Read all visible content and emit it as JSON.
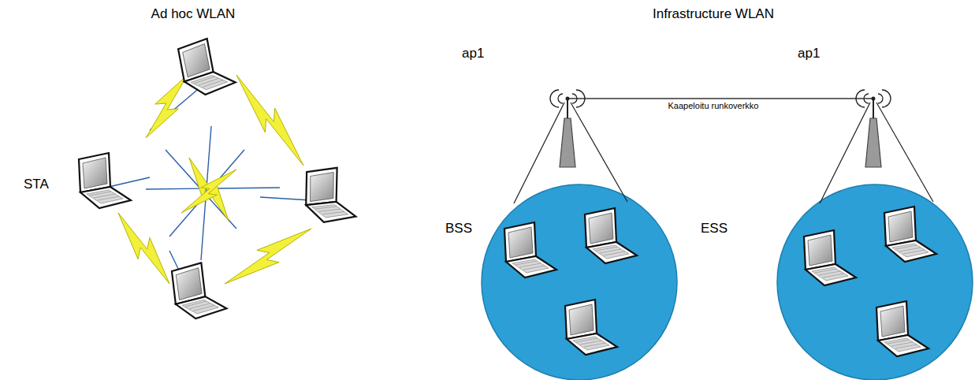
{
  "diagram": {
    "labels": [
      "Ad hoc WLAN",
      "Infrastructure WLAN",
      "STA",
      "ap1",
      "ap1",
      "Kaapeloitu runkoverkko",
      "BSS",
      "ESS"
    ]
  }
}
